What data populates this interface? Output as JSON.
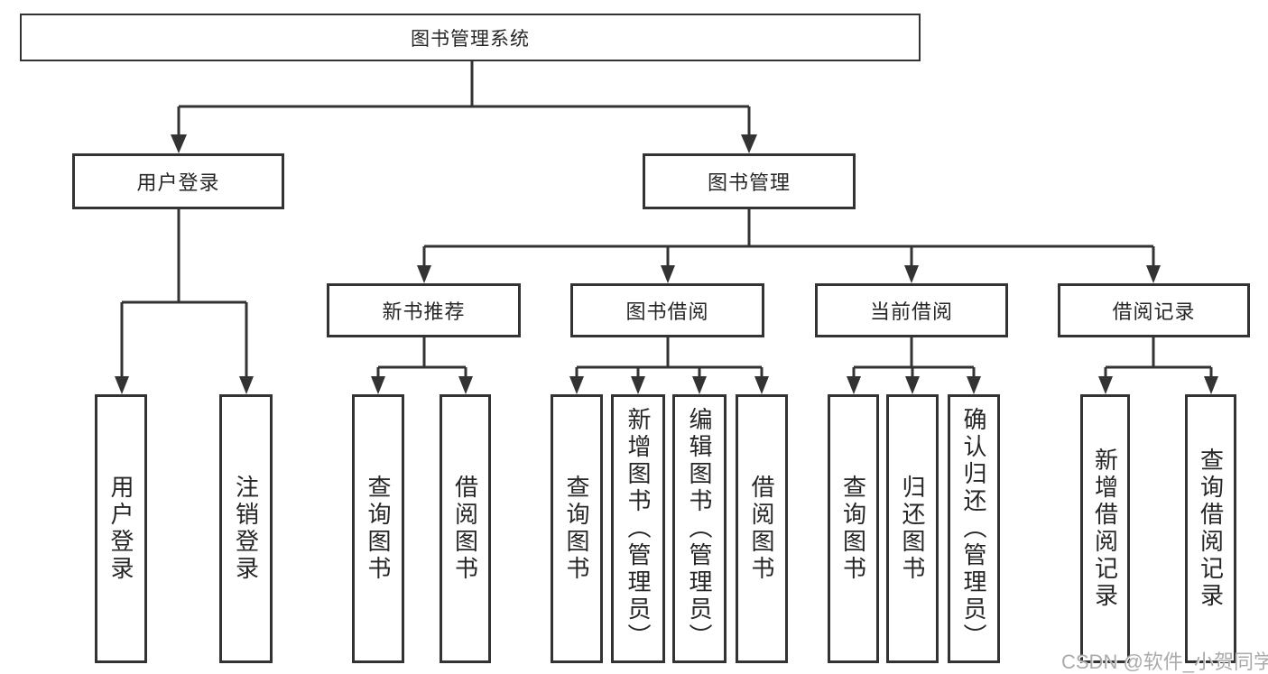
{
  "chart": {
    "root": "图书管理系统",
    "branches": [
      {
        "label": "用户登录",
        "children": [
          "用户登录",
          "注销登录"
        ]
      },
      {
        "label": "图书管理",
        "sections": [
          {
            "label": "新书推荐",
            "children": [
              "查询图书",
              "借阅图书"
            ]
          },
          {
            "label": "图书借阅",
            "children": [
              "查询图书",
              "新增图书（管理员）",
              "编辑图书（管理员）",
              "借阅图书"
            ]
          },
          {
            "label": "当前借阅",
            "children": [
              "查询图书",
              "归还图书",
              "确认归还（管理员）"
            ]
          },
          {
            "label": "借阅记录",
            "children": [
              "新增借阅记录",
              "查询借阅记录"
            ]
          }
        ]
      }
    ]
  },
  "colors": {
    "line": "#333333",
    "box_fill": "#ffffff",
    "text": "#262626",
    "watermark": "#ababab"
  },
  "watermark": "CSDN @软件_小贺同学"
}
